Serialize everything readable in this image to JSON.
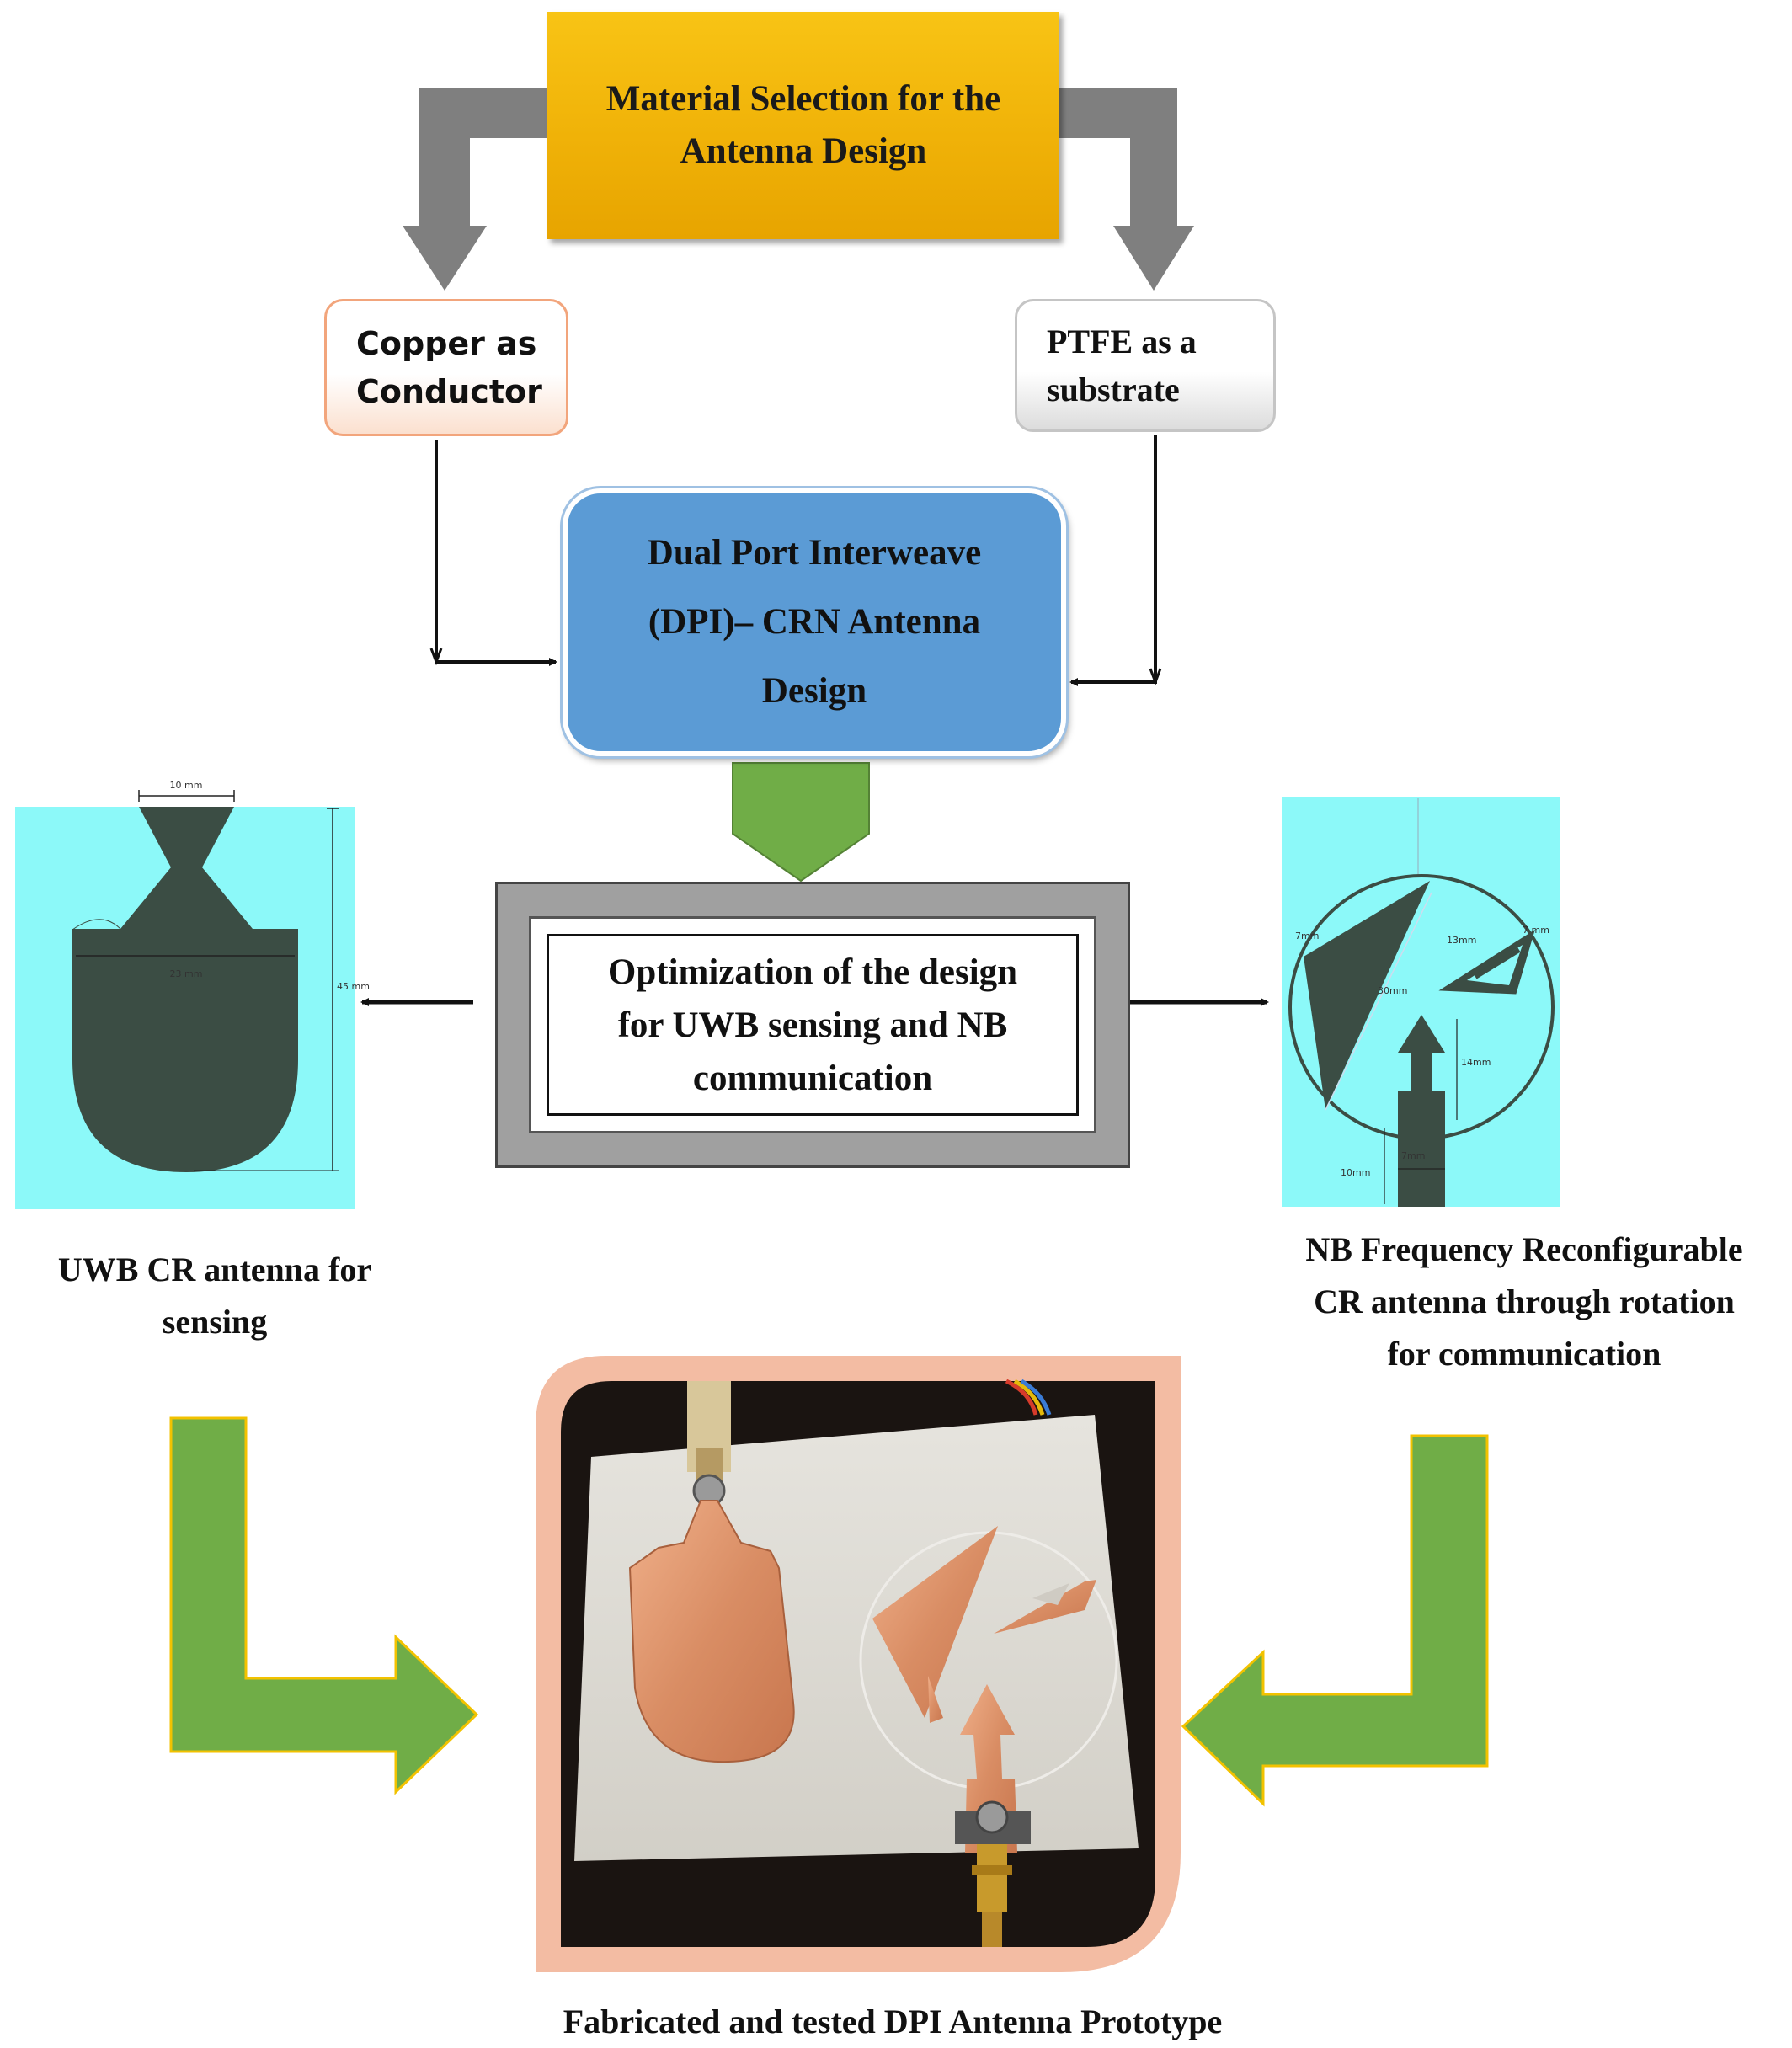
{
  "diagram": {
    "material_box": {
      "line1": "Material Selection for the",
      "line2": "Antenna Design"
    },
    "copper_box": {
      "line1": "Copper as",
      "line2": "Conductor"
    },
    "ptfe_box": {
      "line1": "PTFE as a",
      "line2": "substrate"
    },
    "dpi_box": {
      "line1": "Dual Port Interweave",
      "line2": "(DPI)– CRN Antenna",
      "line3": "Design"
    },
    "optimization_box": {
      "line1": "Optimization of the design",
      "line2": "for UWB sensing and NB",
      "line3": "communication"
    },
    "uwb_caption": {
      "line1": "UWB CR antenna for",
      "line2": "sensing"
    },
    "nb_caption": {
      "line1": "NB Frequency Reconfigurable",
      "line2": "CR antenna through rotation",
      "line3": "for communication"
    },
    "prototype_caption": "Fabricated and tested DPI Antenna Prototype",
    "uwb_dimensions": {
      "top_width": "10 mm",
      "body_width": "23 mm",
      "height": "45 mm"
    },
    "nb_dimensions": {
      "d1": "7mm",
      "d2": "30mm",
      "d3": "13mm",
      "d4": "7 mm",
      "d5": "14mm",
      "d6": "7mm",
      "d7": "10mm"
    }
  },
  "colors": {
    "material_fill": "#f0b208",
    "dpi_fill": "#5b9bd5",
    "gray_arrow": "#7f7f7f",
    "green_arrow": "#70ad47",
    "antenna_background": "#8cf9f9",
    "antenna_copper_pattern": "#3b4d44",
    "photo_frame": "#f3bca3"
  }
}
